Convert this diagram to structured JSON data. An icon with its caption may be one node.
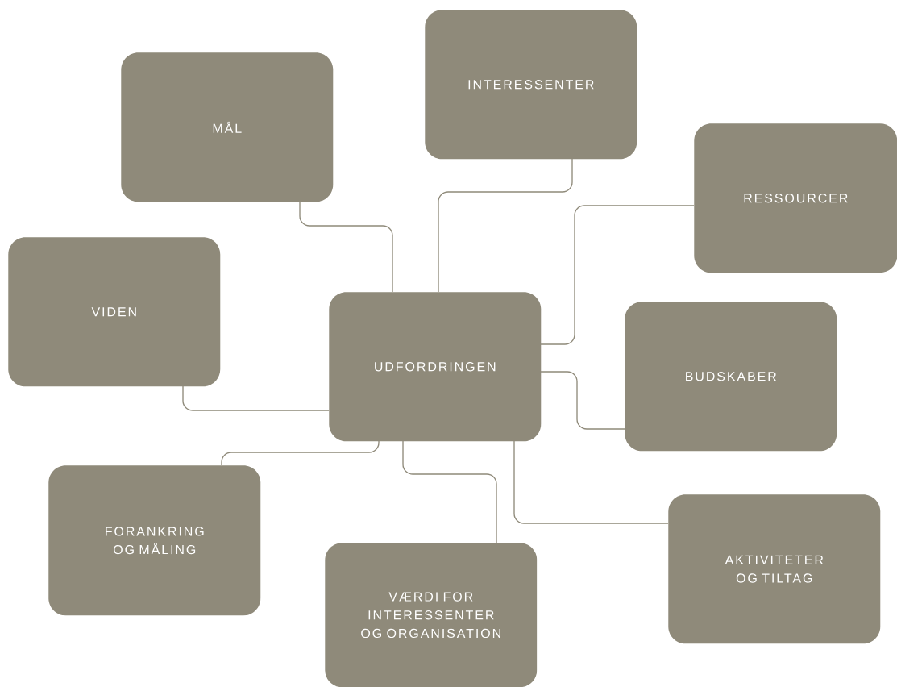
{
  "diagram": {
    "nodes": [
      {
        "text": [
          "MÅL"
        ]
      },
      {
        "text": [
          "INTERESSENTER"
        ]
      },
      {
        "text": [
          "RESSOURCER"
        ]
      },
      {
        "text": [
          "VIDEN"
        ]
      },
      {
        "text": [
          "UDFORDRINGEN"
        ]
      },
      {
        "text": [
          "BUDSKABER"
        ]
      },
      {
        "text": [
          "FORANKRING OG MÅLING"
        ]
      },
      {
        "text": [
          "VÆRDI FOR INTERESSENTER OG ORGANISATION"
        ]
      },
      {
        "text": [
          "AKTIVITETER OG TILTAG"
        ]
      }
    ],
    "edges": [
      {
        "from": 4,
        "to": 0,
        "arrow": "none"
      },
      {
        "from": 4,
        "to": 1,
        "arrow": "none"
      },
      {
        "from": 4,
        "to": 2,
        "arrow": "none"
      },
      {
        "from": 4,
        "to": 3,
        "arrow": "none"
      },
      {
        "from": 4,
        "to": 5,
        "arrow": "none"
      },
      {
        "from": 4,
        "to": 6,
        "arrow": "none"
      },
      {
        "from": 4,
        "to": 7,
        "arrow": "none"
      },
      {
        "from": 4,
        "to": 8,
        "arrow": "none"
      }
    ]
  }
}
